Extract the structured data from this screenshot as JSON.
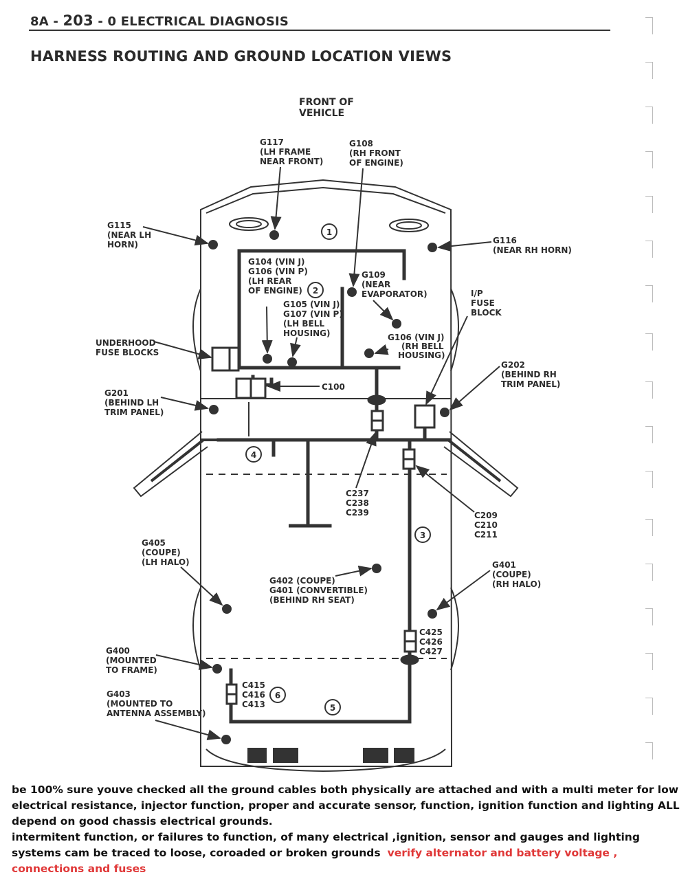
{
  "header": {
    "code_prefix": "8A -",
    "code_number": "203",
    "code_suffix": "- 0",
    "section": "ELECTRICAL DIAGNOSIS",
    "title": "HARNESS ROUTING AND GROUND LOCATION VIEWS"
  },
  "diagram": {
    "front_label": [
      "FRONT OF",
      "VEHICLE"
    ],
    "grounds": {
      "g117": [
        "G117",
        "(LH FRAME",
        "NEAR FRONT)"
      ],
      "g108": [
        "G108",
        "(RH FRONT",
        "OF ENGINE)"
      ],
      "g115": [
        "G115",
        "(NEAR LH",
        "HORN)"
      ],
      "g116": [
        "G116",
        "(NEAR RH HORN)"
      ],
      "g104": [
        "G104  (VIN J)",
        "G106  (VIN P)",
        "(LH REAR",
        "OF ENGINE)"
      ],
      "g109": [
        "G109",
        "(NEAR",
        "EVAPORATOR)"
      ],
      "g105": [
        "G105  (VIN J)",
        "G107  (VIN P)",
        "(LH BELL",
        "HOUSING)"
      ],
      "g106": [
        "G106  (VIN J)",
        "(RH BELL",
        "HOUSING)"
      ],
      "ip_fuse": [
        "I/P",
        "FUSE",
        "BLOCK"
      ],
      "underhood": [
        "UNDERHOOD",
        "FUSE BLOCKS"
      ],
      "g202": [
        "G202",
        "(BEHIND RH",
        "TRIM PANEL)"
      ],
      "g201": [
        "G201",
        "(BEHIND LH",
        "TRIM PANEL)"
      ],
      "c100": "C100",
      "c237": [
        "C237",
        "C238",
        "C239"
      ],
      "c209": [
        "C209",
        "C210",
        "C211"
      ],
      "g405": [
        "G405",
        "(COUPE)",
        "(LH HALO)"
      ],
      "g401r": [
        "G401",
        "(COUPE)",
        "(RH HALO)"
      ],
      "g402": [
        "G402  (COUPE)",
        "G401  (CONVERTIBLE)",
        "(BEHIND RH SEAT)"
      ],
      "c425": [
        "C425",
        "C426",
        "C427"
      ],
      "g400": [
        "G400",
        "(MOUNTED",
        "TO FRAME)"
      ],
      "c415": [
        "C415",
        "C416",
        "C413"
      ],
      "g403": [
        "G403",
        "(MOUNTED TO",
        "ANTENNA ASSEMBLY)"
      ]
    },
    "circled": [
      "1",
      "2",
      "3",
      "4",
      "5",
      "6"
    ]
  },
  "note": {
    "para1": "be 100% sure youve checked all the ground cables both physically are attached and with a multi meter for low electrical resistance, injector function, proper and accurate sensor, function, ignition function and lighting ALL depend on good chassis electrical grounds.",
    "para2": "intermitent function, or failures to function, of many electrical ,ignition, sensor and gauges and lighting systems cam be traced to loose, coroaded or broken grounds",
    "red": "verify alternator and battery voltage , connections and fuses"
  }
}
